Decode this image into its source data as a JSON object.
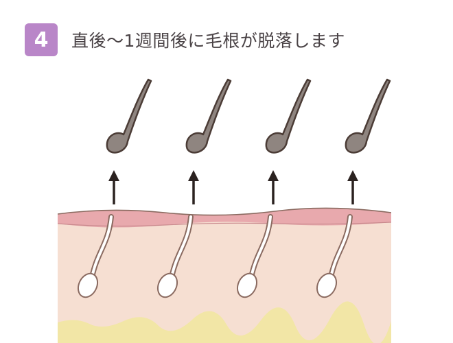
{
  "header": {
    "step_number": "4",
    "title": "直後〜1週間後に毛根が脱落します"
  },
  "colors": {
    "badge": "#b986c8",
    "skin": "#f6dfd2",
    "skin_outline": "#8a6a60",
    "epidermis": "#e8a9ad",
    "fat": "#f2e6a6",
    "hair": "#8f8580",
    "hair_outline": "#4b3c36",
    "arrow": "#2b2220"
  },
  "diagram": {
    "detached_hairs": [
      "hair-1",
      "hair-2",
      "hair-3",
      "hair-4"
    ],
    "follicles": [
      "follicle-1",
      "follicle-2",
      "follicle-3",
      "follicle-4"
    ]
  }
}
